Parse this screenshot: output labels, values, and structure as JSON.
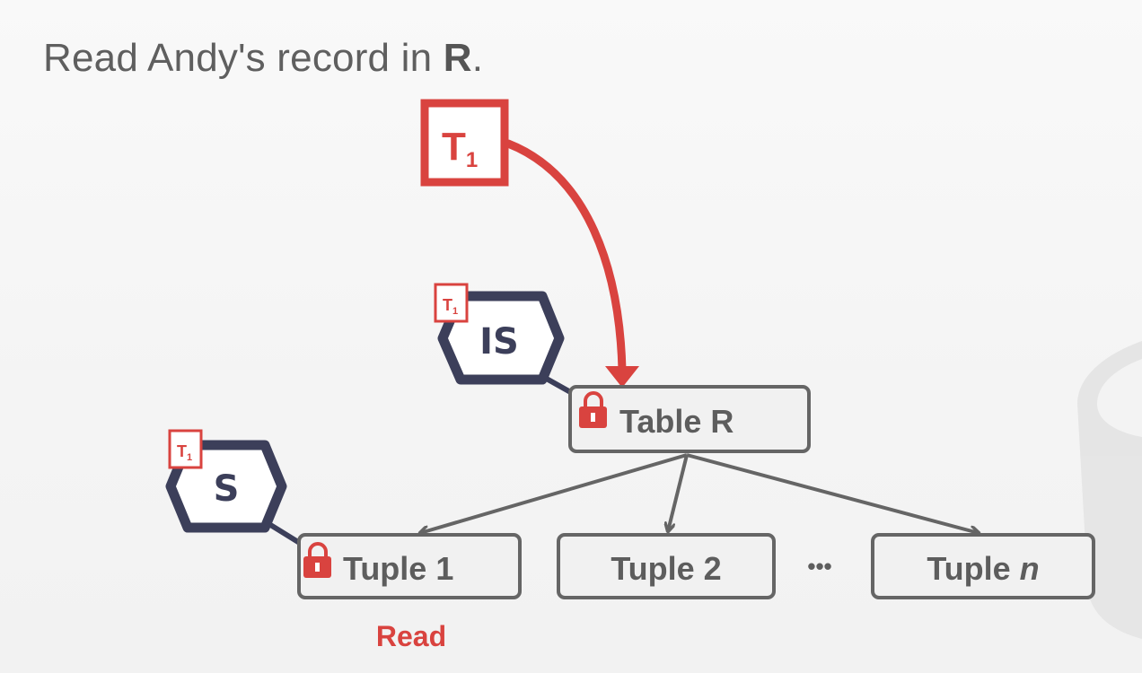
{
  "title": {
    "prefix": "Read Andy's record in ",
    "bold": "R",
    "suffix": "."
  },
  "transaction": {
    "label": "T",
    "subscript": "1"
  },
  "table_node": {
    "label": "Table R",
    "lock_mode": "IS",
    "lock_owner": "T",
    "lock_owner_sub": "1"
  },
  "tuples": [
    {
      "label": "Tuple 1",
      "italic": ""
    },
    {
      "label": "Tuple 2",
      "italic": ""
    },
    {
      "label": "Tuple ",
      "italic": "n"
    }
  ],
  "ellipsis": "•••",
  "tuple_lock": {
    "mode": "S",
    "owner": "T",
    "owner_sub": "1"
  },
  "operation": "Read",
  "colors": {
    "red": "#d9433f",
    "navy": "#3c3f5a",
    "gray_border": "#656565",
    "node_fill": "#f1f1f1"
  }
}
